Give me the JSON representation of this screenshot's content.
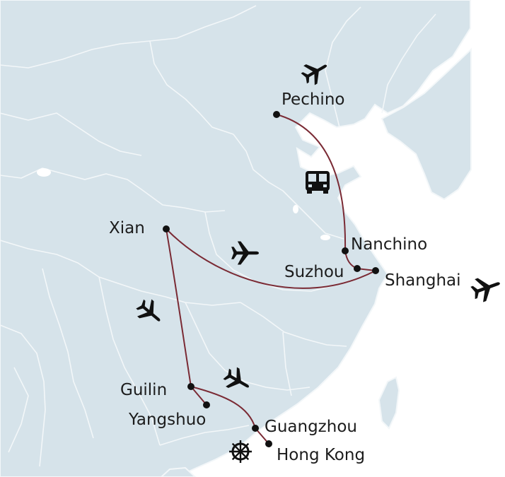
{
  "cities": {
    "pechino": "Pechino",
    "xian": "Xian",
    "nanchino": "Nanchino",
    "suzhou": "Suzhou",
    "shanghai": "Shanghai",
    "guilin": "Guilin",
    "yangshuo": "Yangshuo",
    "guangzhou": "Guangzhou",
    "hongkong": "Hong Kong"
  },
  "icons": {
    "transport": [
      "plane-icon",
      "bus-icon",
      "ship-wheel-icon"
    ]
  },
  "colors": {
    "land": "#d6e3ea",
    "land_border": "#f3f7f9",
    "river": "#f3f7f9",
    "sea": "#ffffff",
    "route": "#7a2a34",
    "city_dot": "#111111",
    "icon": "#111111"
  }
}
